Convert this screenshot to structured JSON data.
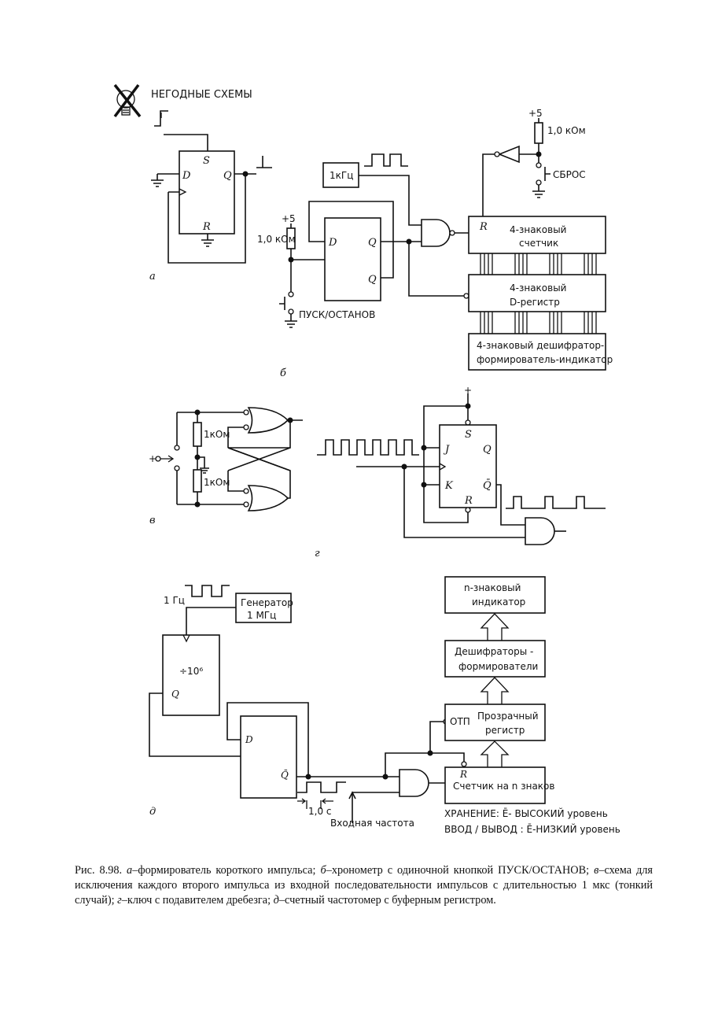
{
  "header": {
    "icon": "crossed-bulb-icon",
    "title": "НЕГОДНЫЕ СХЕМЫ"
  },
  "fig_a": {
    "letter": "а",
    "pins": {
      "s": "S",
      "d": "D",
      "q": "Q",
      "r": "R"
    }
  },
  "fig_b": {
    "letter": "б",
    "vcc_top": "+5",
    "res_top": "1,0 кОм",
    "reset_label": "СБРОС",
    "vcc_left": "+5",
    "res_left": "1,0 кОм",
    "osc_label": "1кГц",
    "start_stop": "ПУСК/ОСТАНОВ",
    "ff": {
      "d": "D",
      "q": "Q",
      "q2": "Q"
    },
    "counter": {
      "r": "R",
      "line1": "4-знаковый",
      "line2": "счетчик"
    },
    "register": {
      "line1": "4-знаковый",
      "line2": "D-регистр"
    },
    "decoder": {
      "line1": "4-знаковый  дешифратор-",
      "line2": "формирователь-индикатор"
    }
  },
  "fig_v": {
    "letter": "в",
    "res1": "1кОм",
    "res2": "1кОм",
    "plus": "+"
  },
  "fig_g": {
    "letter": "г",
    "plus": "+",
    "pins": {
      "s": "S",
      "j": "J",
      "q": "Q",
      "k": "K",
      "qbar": "Q̄",
      "r": "R"
    }
  },
  "fig_d": {
    "letter": "д",
    "freq_1hz": "1 Гц",
    "gen_line1": "Генератор",
    "gen_line2": "1 МГц",
    "divider": "÷10⁶",
    "div_q": "Q",
    "ff_d": "D",
    "ff_qbar": "Q̄",
    "period": "1,0 с",
    "input_freq": "Входная частота",
    "indicator_line1": "n-знаковый",
    "indicator_line2": "индикатор",
    "decoders_line1": "Дешифраторы -",
    "decoders_line2": "формирователи",
    "register_enable": "ОТП",
    "register_line1": "Прозрачный",
    "register_line2": "регистр",
    "counter_r": "R",
    "counter_label": "Счетчик на n знаков",
    "note1": "ХРАНЕНИЕ: Ē- ВЫСОКИЙ  уровень",
    "note2": "ВВОД / ВЫВОД : Ē-НИЗКИЙ  уровень"
  },
  "caption": {
    "prefix": "Рис. 8.98.",
    "a": "а",
    "a_text": "–формирователь короткого импульса;",
    "b": "б",
    "b_text": "–хронометр с одиночной кнопкой ПУСК/ОСТАНОВ;",
    "v": "в",
    "v_text": "–схема для исключения каждого второго импульса из входной последовательности импульсов с длительностью 1 мкс (тонкий случай);",
    "g": "г",
    "g_text": "–ключ с подавителем дребезга;",
    "d": "д",
    "d_text": "–счетный частотомер с буферным регистром."
  }
}
